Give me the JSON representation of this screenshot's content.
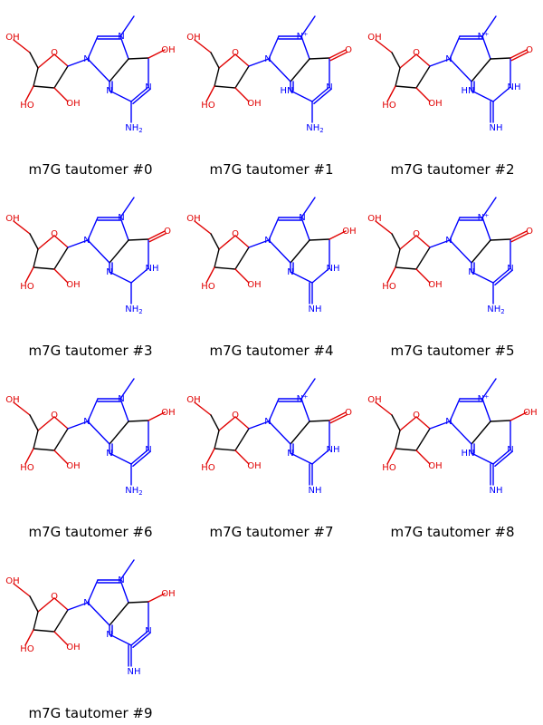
{
  "colors": {
    "oxygen": "#e00000",
    "nitrogen": "#0000ff",
    "carbon_bond": "#000000"
  },
  "tautomers": [
    {
      "caption": "m7G tautomer #0",
      "variant": "A"
    },
    {
      "caption": "m7G tautomer #1",
      "variant": "B"
    },
    {
      "caption": "m7G tautomer #2",
      "variant": "C"
    },
    {
      "caption": "m7G tautomer #3",
      "variant": "D"
    },
    {
      "caption": "m7G tautomer #4",
      "variant": "E"
    },
    {
      "caption": "m7G tautomer #5",
      "variant": "F"
    },
    {
      "caption": "m7G tautomer #6",
      "variant": "A"
    },
    {
      "caption": "m7G tautomer #7",
      "variant": "G"
    },
    {
      "caption": "m7G tautomer #8",
      "variant": "H"
    },
    {
      "caption": "m7G tautomer #9",
      "variant": "I"
    }
  ]
}
